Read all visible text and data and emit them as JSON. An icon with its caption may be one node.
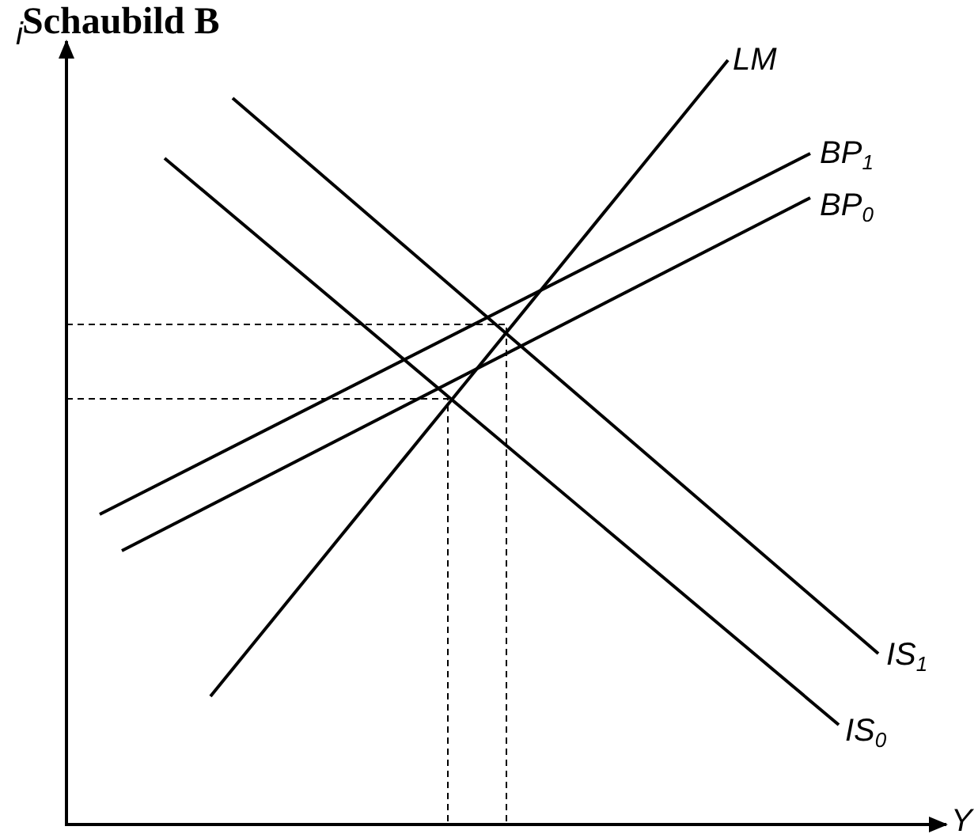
{
  "diagram": {
    "title": "Schaubild B",
    "labels": [
      "i",
      "LM",
      "BP$_{1}$",
      "BP$_{0}$",
      "IS$_{1}$",
      "IS$_{0}$",
      "Y"
    ]
  }
}
